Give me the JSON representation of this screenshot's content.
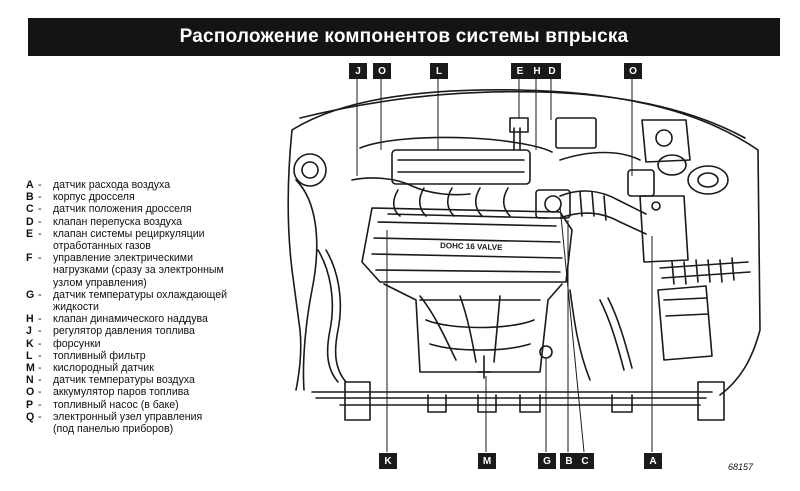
{
  "title": "Расположение компонентов системы впрыска",
  "legend": [
    {
      "key": "A",
      "dash": "-",
      "lines": [
        "датчик расхода воздуха"
      ]
    },
    {
      "key": "B",
      "dash": "-",
      "lines": [
        "корпус дросселя"
      ]
    },
    {
      "key": "C",
      "dash": "-",
      "lines": [
        "датчик положения дросселя"
      ]
    },
    {
      "key": "D",
      "dash": "-",
      "lines": [
        "клапан перепуска воздуха"
      ]
    },
    {
      "key": "E",
      "dash": "-",
      "lines": [
        "клапан системы рециркуляции",
        "отработанных газов"
      ]
    },
    {
      "key": "F",
      "dash": "-",
      "lines": [
        "управление электрическими",
        "нагрузками (сразу за электронным",
        "узлом управления)"
      ]
    },
    {
      "key": "G",
      "dash": "-",
      "lines": [
        "датчик температуры охлаждающей",
        "жидкости"
      ]
    },
    {
      "key": "H",
      "dash": "-",
      "lines": [
        "клапан динамического наддува"
      ]
    },
    {
      "key": "J",
      "dash": "-",
      "lines": [
        "регулятор давления топлива"
      ]
    },
    {
      "key": "K",
      "dash": "-",
      "lines": [
        "форсунки"
      ]
    },
    {
      "key": "L",
      "dash": "-",
      "lines": [
        "топливный фильтр"
      ]
    },
    {
      "key": "M",
      "dash": "-",
      "lines": [
        "кислородный датчик"
      ]
    },
    {
      "key": "N",
      "dash": "-",
      "lines": [
        "датчик температуры воздуха"
      ]
    },
    {
      "key": "O",
      "dash": "-",
      "lines": [
        "аккумулятор паров топлива"
      ]
    },
    {
      "key": "P",
      "dash": "-",
      "lines": [
        "топливный насос (в баке)"
      ]
    },
    {
      "key": "Q",
      "dash": "-",
      "lines": [
        "электронный узел управления",
        "(под панелью приборов)"
      ]
    }
  ],
  "callouts_top": [
    "J",
    "O",
    "L",
    "E",
    "H",
    "D",
    "O"
  ],
  "callouts_bottom": [
    "K",
    "M",
    "G",
    "B",
    "C",
    "A"
  ],
  "figure_number": "68157",
  "engine_label": "DOHC 16 VALVE"
}
